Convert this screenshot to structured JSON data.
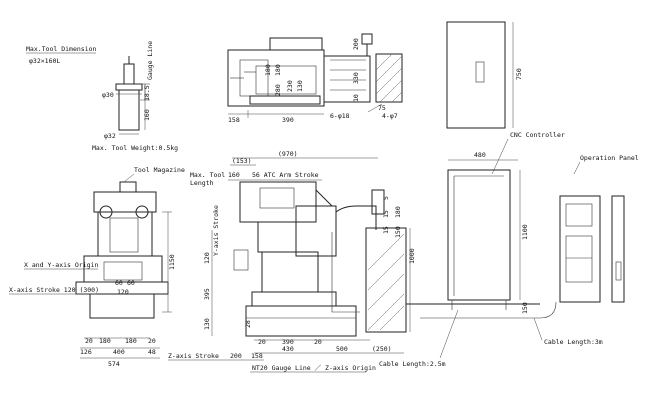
{
  "tool_dimension": {
    "title": "Max.Tool Dimension",
    "spec": "φ32×160L",
    "gauge_line": "Gauge Line",
    "d30": "φ30",
    "d32": "φ32",
    "v18_5": "18.5",
    "v160": "160",
    "weight": "Max. Tool Weight:0.5kg"
  },
  "top_view": {
    "v158": "158",
    "v390": "390",
    "holes_a": "6-φ18",
    "holes_b": "4-φ7",
    "v180a": "180",
    "v180b": "180",
    "v230": "230",
    "v130": "130",
    "v200": "200",
    "v75": "75",
    "v10": "10",
    "v330": "330",
    "v280": "280"
  },
  "controller_front": {
    "v750": "750"
  },
  "front_view": {
    "tool_magazine": "Tool Magazine",
    "xy_origin": "X and Y-axis Origin",
    "x_stroke": "X-axis Stroke 120 (300)",
    "v60a": "60",
    "v60b": "60",
    "v120": "120",
    "v1150": "1150",
    "b20": "20",
    "b180a": "180",
    "b180b": "180",
    "b20b": "20",
    "b126": "126",
    "b400": "400",
    "b48": "48",
    "b574": "574"
  },
  "side_view": {
    "v153": "(153)",
    "v970": "(970)",
    "max_tool_length": "Max. Tool\nLength",
    "max_tool": "Max. Tool",
    "length": "Length",
    "v160": "160",
    "atc": "56 ATC Arm Stroke",
    "y_stroke": "Y-axis Stroke",
    "y120": "120",
    "v395": "395",
    "v130": "130",
    "v28": "28",
    "v20": "20",
    "v390": "390",
    "v430": "430",
    "v500": "500",
    "v250": "(250)",
    "z_stroke": "Z-axis Stroke",
    "v200": "200",
    "v158": "158",
    "nt20": "NT20 Gauge Line ／ Z-axis Origin",
    "cable25": "Cable Length:2.5m",
    "v1000": "1000",
    "v5": "5",
    "v15a": "15",
    "v180": "180",
    "v15b": "15",
    "v150": "150"
  },
  "controller_side": {
    "cnc": "CNC Controller",
    "v480": "480",
    "v1100": "1100",
    "v150": "150"
  },
  "operation_panel": {
    "title": "Operation Panel",
    "cable3": "Cable Length:3m"
  }
}
